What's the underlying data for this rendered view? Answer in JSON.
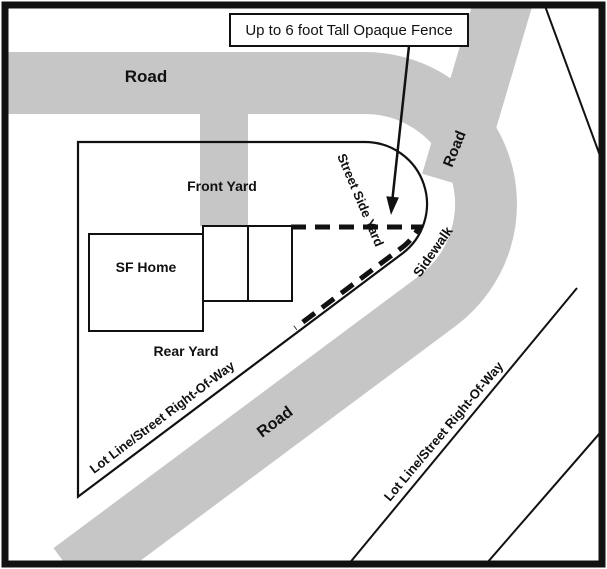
{
  "callout": {
    "text": "Up to 6 foot Tall Opaque Fence"
  },
  "labels": {
    "road_top": "Road",
    "road_upper_right": "Road",
    "road_diagonal": "Road",
    "front_yard": "Front Yard",
    "street_side_yard": "Street Side Yard",
    "sidewalk": "Sidewalk",
    "sf_home": "SF Home",
    "rear_yard": "Rear Yard",
    "lot_line_left": "Lot Line/Street Right-Of-Way",
    "lot_line_right": "Lot Line/Street Right-Of-Way"
  },
  "colors": {
    "road_fill": "#c6c6c6",
    "line": "#111111",
    "background": "#ffffff"
  }
}
